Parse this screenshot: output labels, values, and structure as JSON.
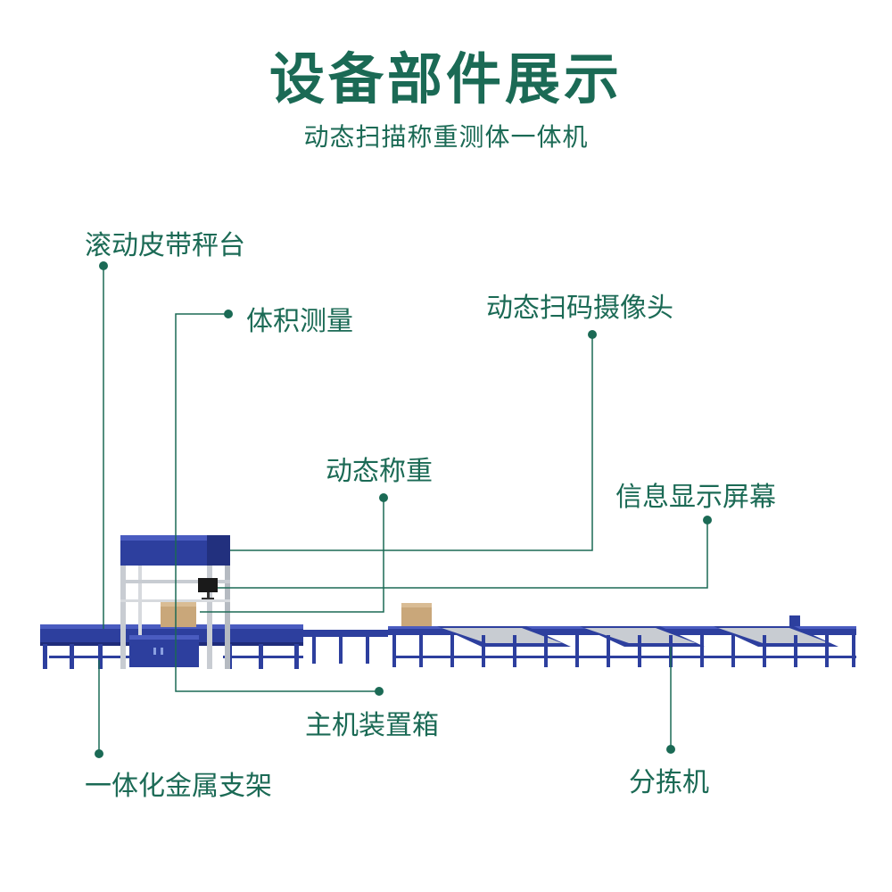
{
  "header": {
    "title": "设备部件展示",
    "subtitle": "动态扫描称重测体一体机"
  },
  "callouts": {
    "belt_scale": "滚动皮带秤台",
    "volume": "体积测量",
    "scan_camera": "动态扫码摄像头",
    "dynamic_weigh": "动态称重",
    "info_screen": "信息显示屏幕",
    "host_box": "主机装置箱",
    "metal_frame": "一体化金属支架",
    "sorter": "分拣机"
  },
  "colors": {
    "accent": "#1b6a55",
    "machine_blue": "#2d3f9e",
    "frame_gray": "#c8ccd2",
    "box_cardboard": "#c9a77a"
  }
}
